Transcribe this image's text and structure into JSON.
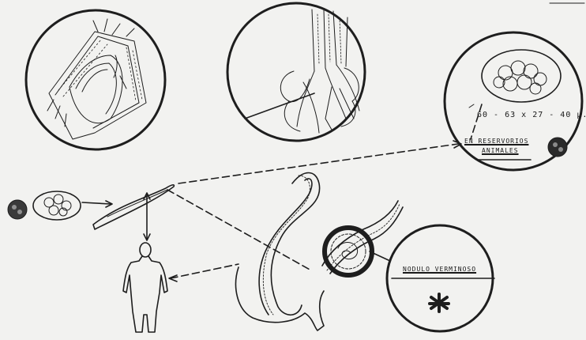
{
  "labels": {
    "egg_size": "60 - 63 x 27 - 40 μ.",
    "reservoir_line1": "EN RESERVORIOS",
    "reservoir_line2": "ANIMALES",
    "nodule": "NODULO VERMINOSO"
  },
  "colors": {
    "ink": "#1e1e1e",
    "paper": "#f2f2f0"
  },
  "icons": [
    "asterisk-icon",
    "human-silhouette-icon"
  ]
}
